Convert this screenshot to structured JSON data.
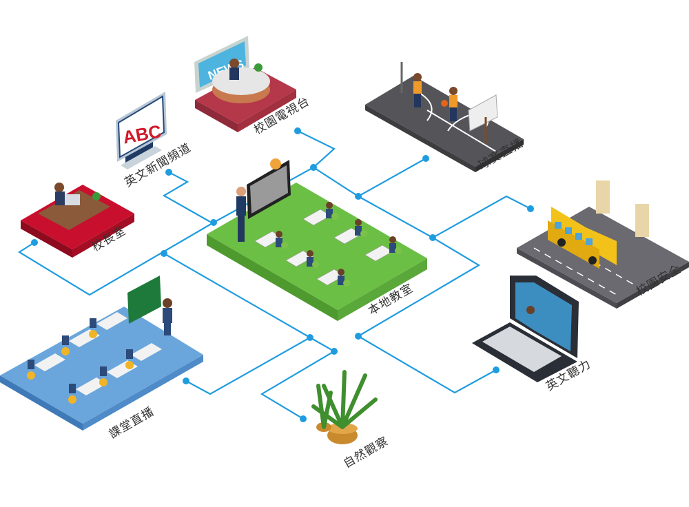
{
  "nodes": {
    "english_news": "英文新聞頻道",
    "campus_tv": "校園電視台",
    "ball_game_live": "球賽直播",
    "principal_office": "校長室",
    "local_classroom": "本地教室",
    "campus_safety": "校園安全",
    "class_live": "課堂直播",
    "english_listening": "英文聽力",
    "nature_observation": "自然觀察"
  },
  "screens": {
    "abc_text": "ABC",
    "news_text": "NEWS"
  },
  "colors": {
    "line": "#1f9ce0",
    "classroom": "#6cbf45",
    "principal": "#c8102e",
    "tv": "#b5384a",
    "court": "#555559",
    "safety": "#6a6a70",
    "class_live": "#6aa6dc"
  }
}
